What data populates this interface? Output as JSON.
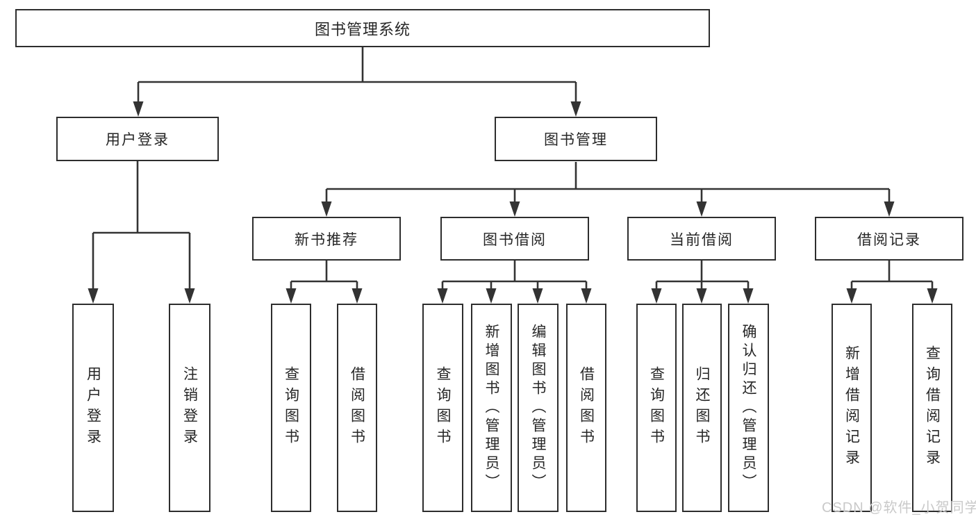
{
  "tree": {
    "root": {
      "label": "图书管理系统"
    },
    "branches": [
      {
        "label": "用户登录",
        "children": [
          {
            "label": "用户登录"
          },
          {
            "label": "注销登录"
          }
        ]
      },
      {
        "label": "图书管理",
        "children": [
          {
            "label": "新书推荐",
            "children": [
              {
                "label": "查询图书"
              },
              {
                "label": "借阅图书"
              }
            ]
          },
          {
            "label": "图书借阅",
            "children": [
              {
                "label": "查询图书"
              },
              {
                "label": "新增图书（管理员）"
              },
              {
                "label": "编辑图书（管理员）"
              },
              {
                "label": "借阅图书"
              }
            ]
          },
          {
            "label": "当前借阅",
            "children": [
              {
                "label": "查询图书"
              },
              {
                "label": "归还图书"
              },
              {
                "label": "确认归还（管理员）"
              }
            ]
          },
          {
            "label": "借阅记录",
            "children": [
              {
                "label": "新增借阅记录"
              },
              {
                "label": "查询借阅记录"
              }
            ]
          }
        ]
      }
    ]
  },
  "watermark": {
    "text": "CSDN @软件_小贺同学"
  },
  "colors": {
    "line": "#333333",
    "box_border": "#2d2d2d",
    "text": "#262626",
    "watermark": "#c9c9c9",
    "background": "#ffffff"
  }
}
